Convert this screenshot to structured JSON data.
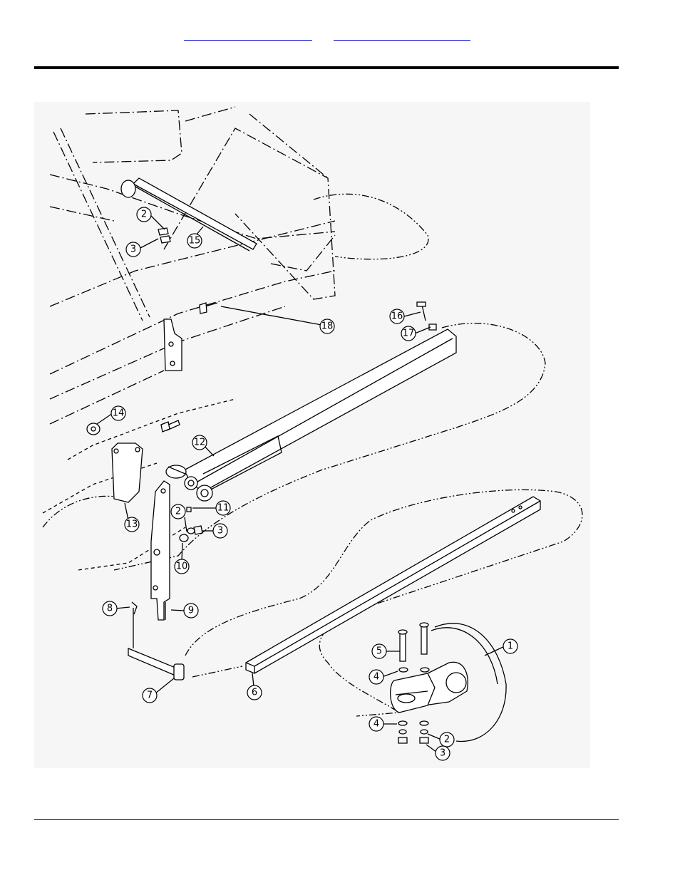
{
  "header": {
    "links": [
      "",
      ""
    ]
  },
  "diagram": {
    "callouts": [
      "1",
      "2",
      "3",
      "4",
      "5",
      "6",
      "7",
      "8",
      "9",
      "10",
      "11",
      "12",
      "13",
      "14",
      "15",
      "16",
      "17",
      "18"
    ]
  }
}
